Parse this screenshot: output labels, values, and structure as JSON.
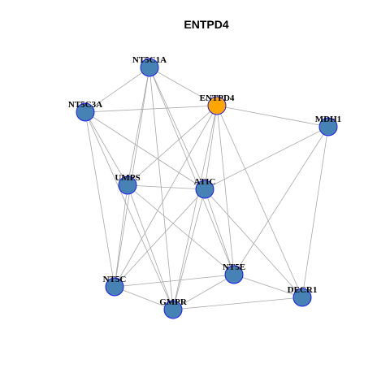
{
  "title": "ENTPD4",
  "colors": {
    "default_node": "#4682b4",
    "focus_node": "#ffa500",
    "node_border": "#1a1aff",
    "edge": "#a8a8a8"
  },
  "nodes": [
    {
      "id": "NT5C1A",
      "label": "NT5C1A",
      "focus": false
    },
    {
      "id": "ENTPD4",
      "label": "ENTPD4",
      "focus": true
    },
    {
      "id": "NT5C3A",
      "label": "NT5C3A",
      "focus": false
    },
    {
      "id": "MDH1",
      "label": "MDH1",
      "focus": false
    },
    {
      "id": "UMPS",
      "label": "UMPS",
      "focus": false
    },
    {
      "id": "ATIC",
      "label": "ATIC",
      "focus": false
    },
    {
      "id": "NT5E",
      "label": "NT5E",
      "focus": false
    },
    {
      "id": "NT5C",
      "label": "NT5C",
      "focus": false
    },
    {
      "id": "DECR1",
      "label": "DECR1",
      "focus": false
    },
    {
      "id": "GMPR",
      "label": "GMPR",
      "focus": false
    }
  ],
  "edges": [
    [
      "NT5C1A",
      "NT5C3A"
    ],
    [
      "NT5C1A",
      "ENTPD4"
    ],
    [
      "NT5C1A",
      "UMPS"
    ],
    [
      "NT5C1A",
      "ATIC"
    ],
    [
      "NT5C1A",
      "NT5E"
    ],
    [
      "NT5C1A",
      "NT5C"
    ],
    [
      "NT5C1A",
      "GMPR"
    ],
    [
      "NT5C3A",
      "ENTPD4"
    ],
    [
      "NT5C3A",
      "UMPS"
    ],
    [
      "NT5C3A",
      "ATIC"
    ],
    [
      "NT5C3A",
      "NT5C"
    ],
    [
      "NT5C3A",
      "GMPR"
    ],
    [
      "ENTPD4",
      "MDH1"
    ],
    [
      "ENTPD4",
      "UMPS"
    ],
    [
      "ENTPD4",
      "ATIC"
    ],
    [
      "ENTPD4",
      "NT5E"
    ],
    [
      "ENTPD4",
      "DECR1"
    ],
    [
      "ENTPD4",
      "NT5C"
    ],
    [
      "ENTPD4",
      "GMPR"
    ],
    [
      "MDH1",
      "ATIC"
    ],
    [
      "MDH1",
      "NT5E"
    ],
    [
      "MDH1",
      "DECR1"
    ],
    [
      "UMPS",
      "ATIC"
    ],
    [
      "UMPS",
      "NT5E"
    ],
    [
      "UMPS",
      "NT5C"
    ],
    [
      "UMPS",
      "GMPR"
    ],
    [
      "ATIC",
      "NT5E"
    ],
    [
      "ATIC",
      "NT5C"
    ],
    [
      "ATIC",
      "GMPR"
    ],
    [
      "ATIC",
      "DECR1"
    ],
    [
      "NT5E",
      "NT5C"
    ],
    [
      "NT5E",
      "GMPR"
    ],
    [
      "NT5E",
      "DECR1"
    ],
    [
      "NT5C",
      "GMPR"
    ],
    [
      "GMPR",
      "DECR1"
    ]
  ]
}
